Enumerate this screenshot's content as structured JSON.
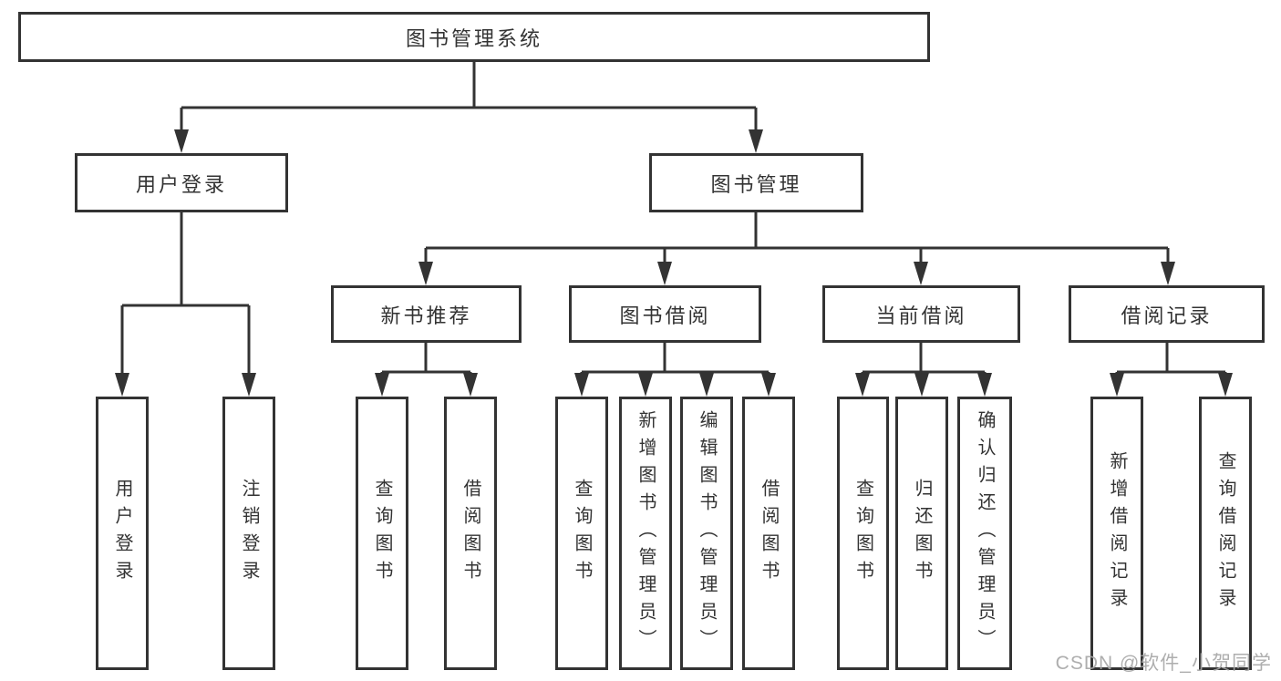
{
  "diagram": {
    "type": "hierarchy-tree",
    "orientation": "top-down",
    "colors": {
      "line": "#333333",
      "box_border": "#333333",
      "box_fill": "#ffffff",
      "text": "#333333",
      "background": "#ffffff",
      "watermark": "#a5a5a5"
    }
  },
  "tree": {
    "label": "图书管理系统",
    "children": [
      {
        "label": "用户登录",
        "children": [
          {
            "label": "用户登录"
          },
          {
            "label": "注销登录"
          }
        ]
      },
      {
        "label": "图书管理",
        "children": [
          {
            "label": "新书推荐",
            "children": [
              {
                "label": "查询图书"
              },
              {
                "label": "借阅图书"
              }
            ]
          },
          {
            "label": "图书借阅",
            "children": [
              {
                "label": "查询图书"
              },
              {
                "label": "新增图书（管理员）"
              },
              {
                "label": "编辑图书（管理员）"
              },
              {
                "label": "借阅图书"
              }
            ]
          },
          {
            "label": "当前借阅",
            "children": [
              {
                "label": "查询图书"
              },
              {
                "label": "归还图书"
              },
              {
                "label": "确认归还（管理员）"
              }
            ]
          },
          {
            "label": "借阅记录",
            "children": [
              {
                "label": "新增借阅记录"
              },
              {
                "label": "查询借阅记录"
              }
            ]
          }
        ]
      }
    ]
  },
  "watermark": {
    "text": "CSDN @软件_小贺同学"
  }
}
